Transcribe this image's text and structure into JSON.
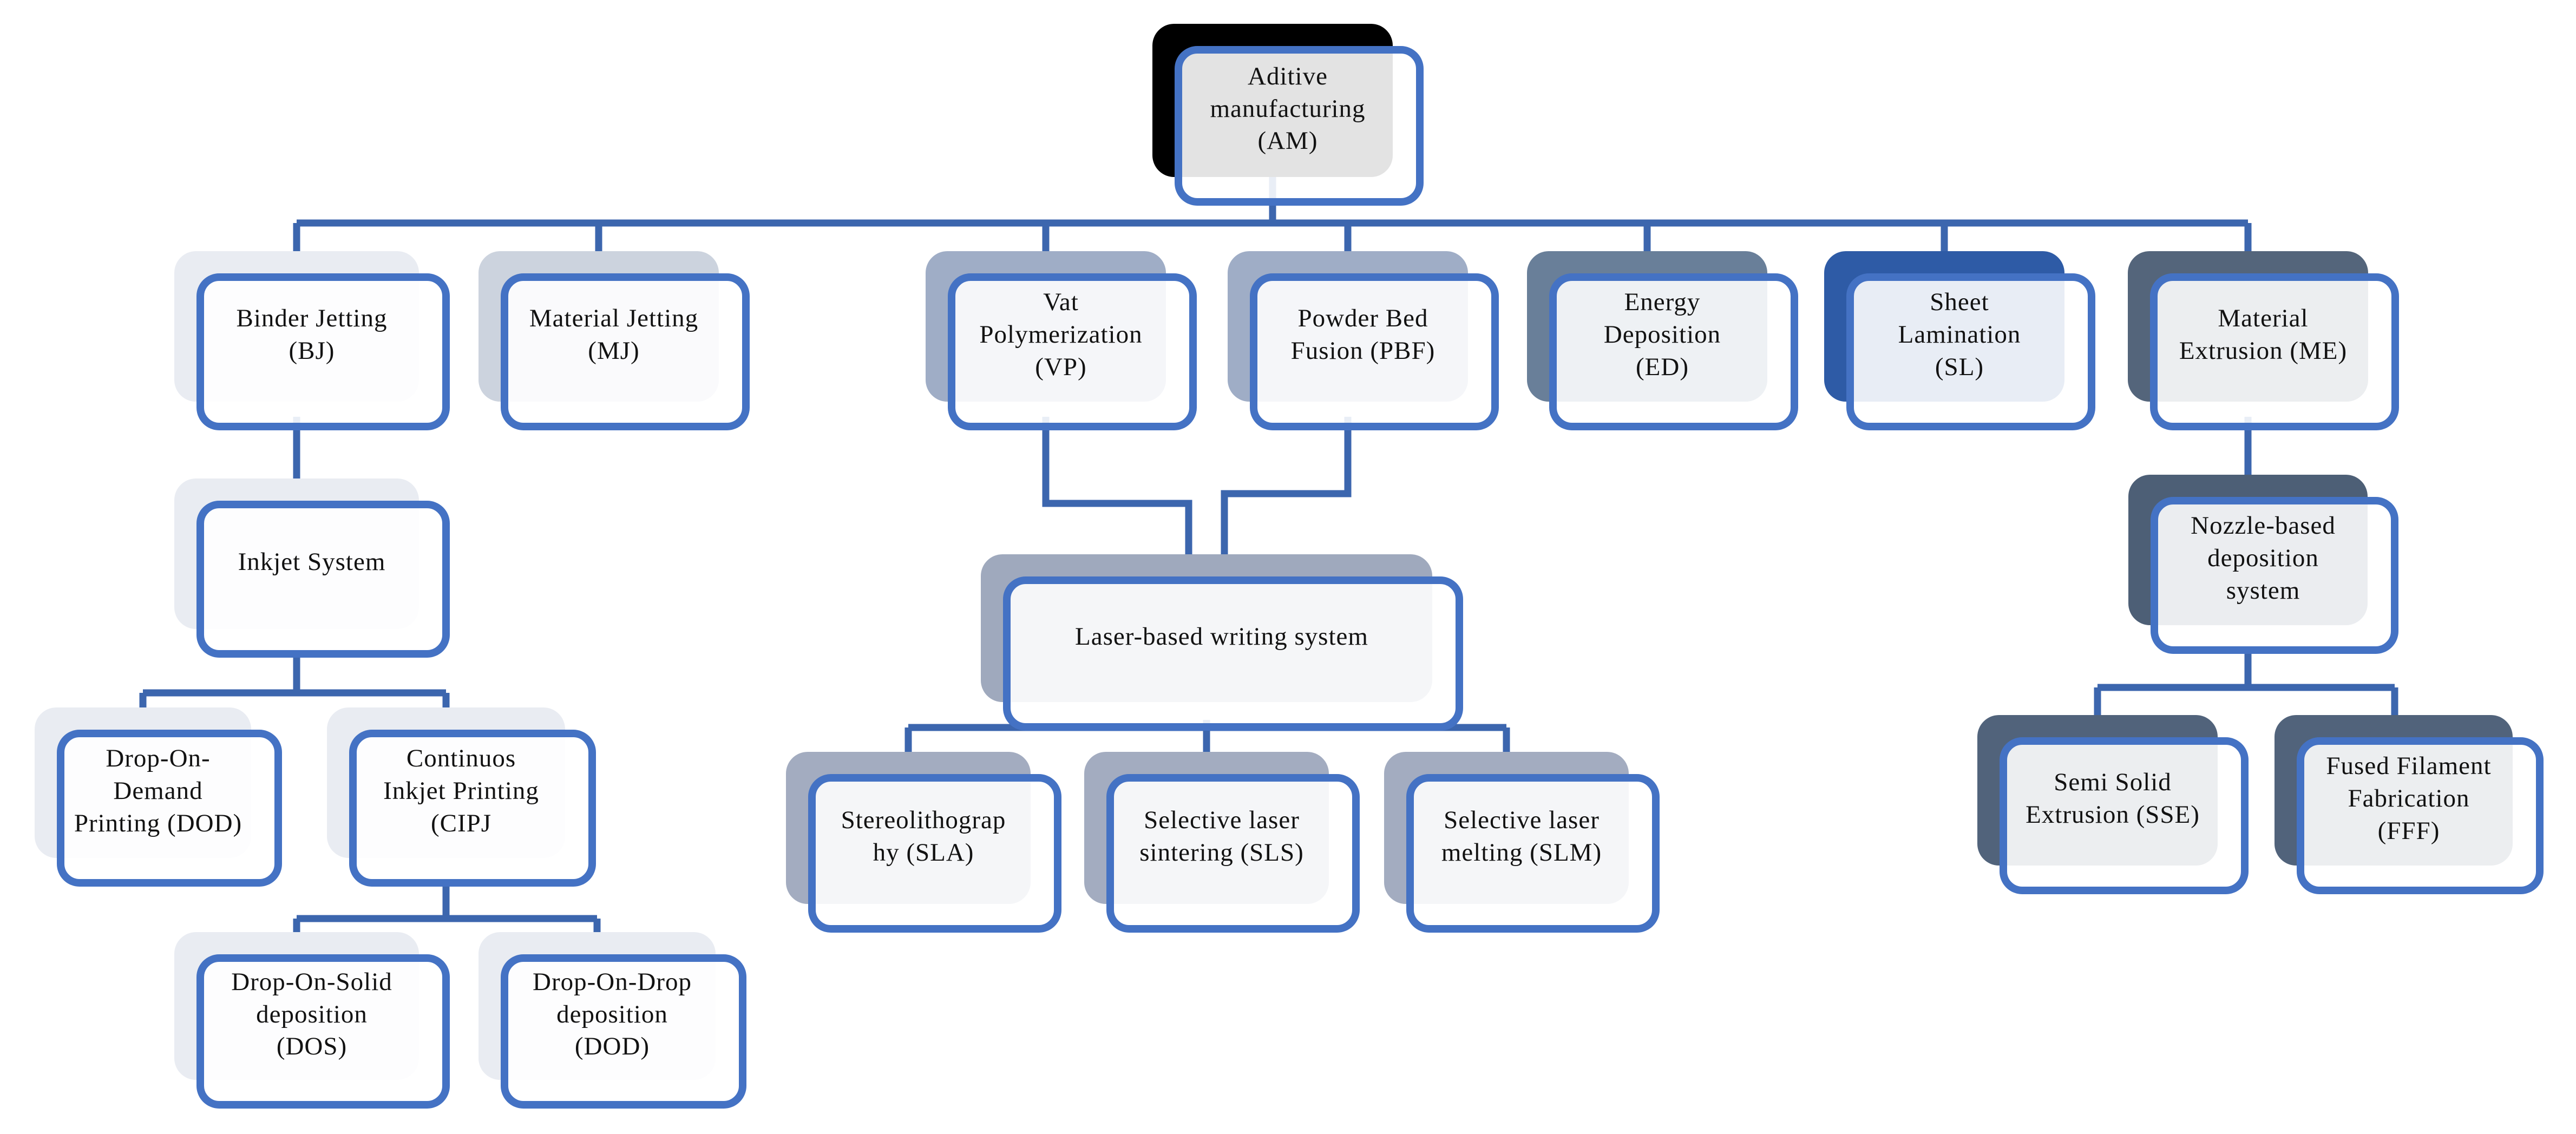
{
  "diagram": {
    "type": "hierarchy",
    "description": "Classification tree of additive manufacturing technologies",
    "colors": {
      "border": "#4472c4",
      "connector": "#3c66ae",
      "root_shadow": "#000000",
      "light_shadow": "#e9ecf2",
      "steel_shadow": "#ccd3de",
      "blue_gray_shadow": "#9fadc6",
      "laser_shadow": "#9fa9bd",
      "sl_children_shadow": "#a3acc0",
      "slate_shadow": "#697f99",
      "accent_blue_shadow": "#2e5ba6",
      "dark_slate_shadow": "#54657b",
      "nozzle_shadow": "#4d5f76",
      "extrusion_children_shadow": "#51637b"
    },
    "nodes": {
      "am": {
        "label": "Aditive\nmanufacturing\n(AM)",
        "shadow": "#000000",
        "children": [
          "bj",
          "mj",
          "vp",
          "pbf",
          "ed",
          "sl",
          "me"
        ]
      },
      "bj": {
        "label": "Binder Jetting\n(BJ)",
        "shadow": "#e9ecf2",
        "children": [
          "inkjet"
        ]
      },
      "mj": {
        "label": "Material Jetting\n(MJ)",
        "shadow": "#ccd3de",
        "children": []
      },
      "vp": {
        "label": "Vat\nPolymerization\n(VP)",
        "shadow": "#9fadc6",
        "children": [
          "laser"
        ]
      },
      "pbf": {
        "label": "Powder Bed\nFusion (PBF)",
        "shadow": "#9fadc6",
        "children": [
          "laser"
        ]
      },
      "ed": {
        "label": "Energy\nDeposition\n(ED)",
        "shadow": "#697f99",
        "children": []
      },
      "sl": {
        "label": "Sheet\nLamination\n(SL)",
        "shadow": "#2e5ba6",
        "children": []
      },
      "me": {
        "label": "Material\nExtrusion  (ME)",
        "shadow": "#54657b",
        "children": [
          "nozzle"
        ]
      },
      "inkjet": {
        "label": "Inkjet System",
        "shadow": "#e9ecf2",
        "children": [
          "dod",
          "cipj"
        ]
      },
      "dod": {
        "label": "Drop-On-\nDemand\nPrinting  (DOD)",
        "shadow": "#e9ecf2",
        "children": []
      },
      "cipj": {
        "label": "Continuos\nInkjet Printing\n(CIPJ",
        "shadow": "#e9ecf2",
        "children": [
          "dos",
          "dod2"
        ]
      },
      "dos": {
        "label": "Drop-On-Solid\ndeposition\n(DOS)",
        "shadow": "#e9ecf2",
        "children": []
      },
      "dod2": {
        "label": "Drop-On-Drop\ndeposition\n(DOD)",
        "shadow": "#e9ecf2",
        "children": []
      },
      "laser": {
        "label": "Laser-based  writing  system",
        "shadow": "#9fa9bd",
        "parents": [
          "vp",
          "pbf"
        ],
        "children": [
          "sla",
          "sls",
          "slm"
        ]
      },
      "sla": {
        "label": "Stereolithograp\nhy  (SLA)",
        "shadow": "#a3acc0",
        "children": []
      },
      "sls": {
        "label": "Selective laser\nsintering  (SLS)",
        "shadow": "#a3acc0",
        "children": []
      },
      "slm": {
        "label": "Selective laser\nmelting  (SLM)",
        "shadow": "#a3acc0",
        "children": []
      },
      "nozzle": {
        "label": "Nozzle-based\ndeposition\nsystem",
        "shadow": "#4d5f76",
        "children": [
          "sse",
          "fff"
        ]
      },
      "sse": {
        "label": "Semi Solid\nExtrusion  (SSE)",
        "shadow": "#51637b",
        "children": []
      },
      "fff": {
        "label": "Fused Filament\nFabrication\n(FFF)",
        "shadow": "#51637b",
        "children": []
      }
    }
  }
}
